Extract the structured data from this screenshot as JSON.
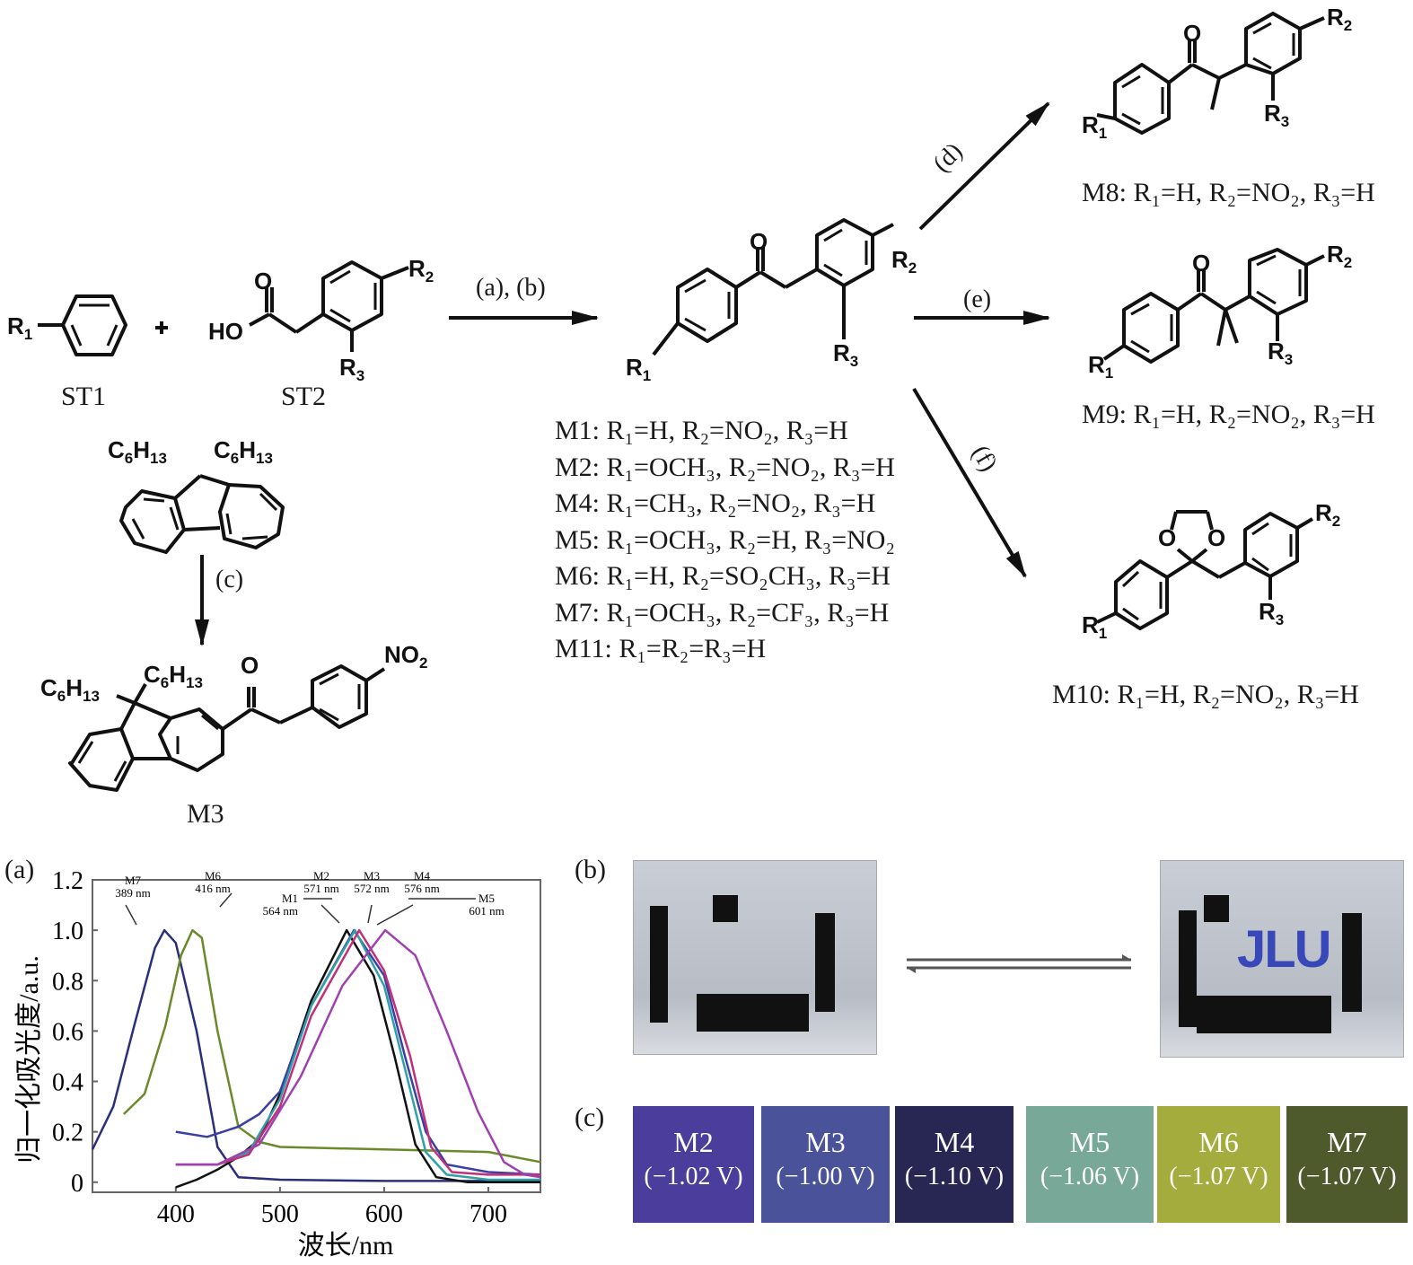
{
  "scheme": {
    "reactants": {
      "st1_label": "ST1",
      "st2_label": "ST2",
      "plus": "+"
    },
    "sub_labels": {
      "R1": "R",
      "R1_sub": "1",
      "R2": "R",
      "R2_sub": "2",
      "R3": "R",
      "R3_sub": "3",
      "HO": "HO",
      "O": "O",
      "NO2": "NO",
      "NO2_sub": "2",
      "C6H13": "C",
      "C6H13_sub1": "6",
      "C6H13_H": "H",
      "C6H13_sub2": "13"
    },
    "conditions": {
      "ab": "(a), (b)",
      "c": "(c)",
      "d": "(d)",
      "e": "(e)",
      "f": "(f)"
    },
    "m3_label": "M3",
    "product_list": [
      {
        "id": "M1",
        "text": "M1: R₁=H, R₂=NO₂, R₃=H"
      },
      {
        "id": "M2",
        "text": "M2: R₁=OCH₃, R₂=NO₂, R₃=H"
      },
      {
        "id": "M4",
        "text": "M4: R₁=CH₃, R₂=NO₂, R₃=H"
      },
      {
        "id": "M5",
        "text": "M5: R₁=OCH₃, R₂=H, R₃=NO₂"
      },
      {
        "id": "M6",
        "text": "M6: R₁=H, R₂=SO₂CH₃, R₃=H"
      },
      {
        "id": "M7",
        "text": "M7: R₁=OCH₃, R₂=CF₃, R₃=H"
      },
      {
        "id": "M11",
        "text": "M11: R₁=R₂=R₃=H"
      }
    ],
    "m8": "M8: R₁=H, R₂=NO₂, R₃=H",
    "m9": "M9: R₁=H, R₂=NO₂, R₃=H",
    "m10": "M10: R₁=H, R₂=NO₂, R₃=H"
  },
  "panel_labels": {
    "a": "(a)",
    "b": "(b)",
    "c": "(c)"
  },
  "chart_data": {
    "type": "line",
    "title": "",
    "xlabel": "波长/nm",
    "ylabel": "归一化吸光度/a.u.",
    "xlim": [
      320,
      750
    ],
    "ylim": [
      -0.04,
      1.2
    ],
    "xticks": [
      400,
      500,
      600,
      700
    ],
    "yticks": [
      0,
      0.2,
      0.4,
      0.6,
      0.8,
      1.0,
      1.2
    ],
    "ytick_labels": [
      "0",
      "0.2",
      "0.4",
      "0.6",
      "0.8",
      "1.0",
      "1.2"
    ],
    "grid": false,
    "series": [
      {
        "name": "M7",
        "peak_nm": 389,
        "color": "#2b2f7a",
        "x": [
          320,
          340,
          360,
          380,
          389,
          400,
          420,
          440,
          460,
          500,
          600,
          750
        ],
        "y": [
          0.13,
          0.3,
          0.62,
          0.93,
          1.0,
          0.95,
          0.6,
          0.14,
          0.02,
          0.01,
          0.005,
          0.005
        ]
      },
      {
        "name": "M6",
        "peak_nm": 416,
        "color": "#6a8a2a",
        "x": [
          350,
          370,
          390,
          405,
          416,
          425,
          440,
          460,
          480,
          500,
          600,
          700,
          750
        ],
        "y": [
          0.27,
          0.35,
          0.62,
          0.9,
          1.0,
          0.97,
          0.6,
          0.22,
          0.16,
          0.14,
          0.13,
          0.12,
          0.08
        ]
      },
      {
        "name": "M1",
        "peak_nm": 564,
        "color": "#111111",
        "x": [
          400,
          420,
          440,
          460,
          480,
          500,
          530,
          564,
          590,
          610,
          630,
          650,
          680,
          750
        ],
        "y": [
          -0.02,
          0.01,
          0.05,
          0.1,
          0.17,
          0.35,
          0.72,
          1.0,
          0.82,
          0.5,
          0.15,
          0.02,
          0.0,
          0.0
        ]
      },
      {
        "name": "M2",
        "peak_nm": 571,
        "color": "#3a3fa0",
        "x": [
          400,
          430,
          460,
          480,
          500,
          530,
          571,
          600,
          620,
          640,
          660,
          700,
          750
        ],
        "y": [
          0.2,
          0.18,
          0.22,
          0.27,
          0.36,
          0.7,
          1.0,
          0.82,
          0.5,
          0.2,
          0.07,
          0.04,
          0.03
        ]
      },
      {
        "name": "M3",
        "peak_nm": 572,
        "color": "#30a0a8",
        "x": [
          400,
          440,
          470,
          500,
          530,
          572,
          600,
          620,
          640,
          660,
          700,
          750
        ],
        "y": [
          0.07,
          0.07,
          0.12,
          0.33,
          0.7,
          1.0,
          0.78,
          0.45,
          0.12,
          0.03,
          0.01,
          0.01
        ]
      },
      {
        "name": "M4",
        "peak_nm": 576,
        "color": "#c0307a",
        "x": [
          400,
          440,
          470,
          500,
          530,
          576,
          600,
          625,
          645,
          665,
          700,
          750
        ],
        "y": [
          0.07,
          0.07,
          0.11,
          0.3,
          0.66,
          1.0,
          0.84,
          0.5,
          0.14,
          0.04,
          0.03,
          0.03
        ]
      },
      {
        "name": "M5",
        "peak_nm": 601,
        "color": "#a040b0",
        "x": [
          400,
          440,
          480,
          520,
          560,
          601,
          630,
          660,
          690,
          715,
          735,
          750
        ],
        "y": [
          0.07,
          0.07,
          0.15,
          0.42,
          0.78,
          1.0,
          0.9,
          0.6,
          0.28,
          0.08,
          0.03,
          0.02
        ]
      }
    ],
    "annotations": [
      {
        "label": "M7",
        "value": "389 nm"
      },
      {
        "label": "M6",
        "value": "416 nm"
      },
      {
        "label": "M1",
        "value": "564 nm"
      },
      {
        "label": "M2",
        "value": "571 nm"
      },
      {
        "label": "M3",
        "value": "572 nm"
      },
      {
        "label": "M4",
        "value": "576 nm"
      },
      {
        "label": "M5",
        "value": "601 nm"
      }
    ]
  },
  "device_demo": {
    "left_state": "bleached",
    "right_state": "colored",
    "text_on_device": "JLU",
    "text_color": "#3848b8"
  },
  "swatches": [
    {
      "name": "M2",
      "voltage": "(−1.02 V)",
      "color": "#4b3d9b"
    },
    {
      "name": "M3",
      "voltage": "(−1.00 V)",
      "color": "#4a5299"
    },
    {
      "name": "M4",
      "voltage": "(−1.10 V)",
      "color": "#282754"
    },
    {
      "name": "M5",
      "voltage": "(−1.06 V)",
      "color": "#78a898"
    },
    {
      "name": "M6",
      "voltage": "(−1.07 V)",
      "color": "#a3ac3c"
    },
    {
      "name": "M7",
      "voltage": "(−1.07 V)",
      "color": "#4e5a2c"
    }
  ]
}
